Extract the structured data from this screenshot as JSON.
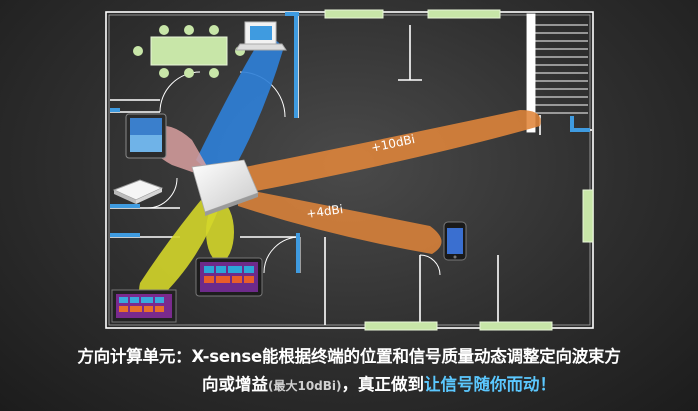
{
  "beams": {
    "strong_gain_label": "+10dBi",
    "weak_gain_label": "+4dBi"
  },
  "caption": {
    "line1": "方向计算单元：X-sense能根据终端的位置和信号质量动态调整定向波束方",
    "line2_prefix": "向或增益",
    "line2_small": "(最大10dBi)",
    "line2_middle": "，真正做到",
    "line2_highlight": "让信号随你而动！"
  },
  "colors": {
    "beam_orange": "#e0853a",
    "beam_blue": "#2f7fd6",
    "beam_yellow": "#d4d62a",
    "beam_pink": "#d9a0a0",
    "wall": "#ffffff",
    "window": "#c8e6a8",
    "door": "#3f9be0",
    "highlight_text": "#5bc8ff"
  }
}
